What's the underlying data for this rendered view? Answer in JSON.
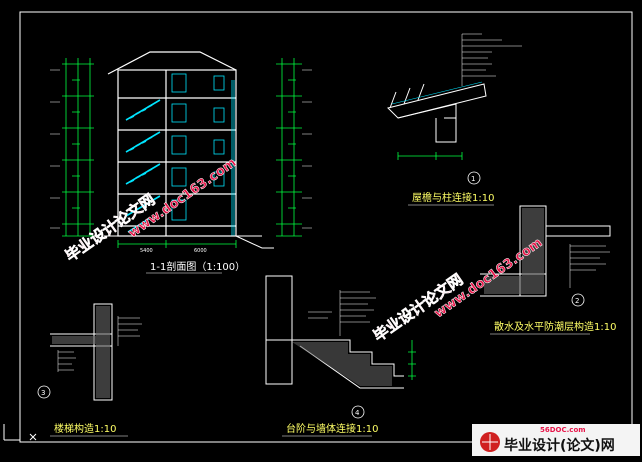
{
  "drawing": {
    "section_caption": "1-1剖面图（1:100）",
    "detail1_caption": "屋檐与柱连接1:10",
    "detail2_caption": "散水及水平防潮层构造1:10",
    "detail3_caption": "楼梯构造1:10",
    "detail4_caption": "台阶与墙体连接1:10",
    "detail_numbers": [
      "1",
      "2",
      "3",
      "4"
    ]
  },
  "watermarks": [
    {
      "text": "毕业设计论文网"
    },
    {
      "text": "www.doc163.com"
    },
    {
      "text": "毕业设计论文网"
    },
    {
      "text": "www.doc163.com"
    }
  ],
  "logo": {
    "site": "56DOC.com",
    "text": "毕业设计(论文)网"
  },
  "colors": {
    "background": "#000000",
    "cad_white": "#ffffff",
    "cad_cyan": "#00e5ff",
    "cad_green": "#00ff40",
    "cad_yellow": "#ffff66",
    "watermark": "#e8164a"
  }
}
